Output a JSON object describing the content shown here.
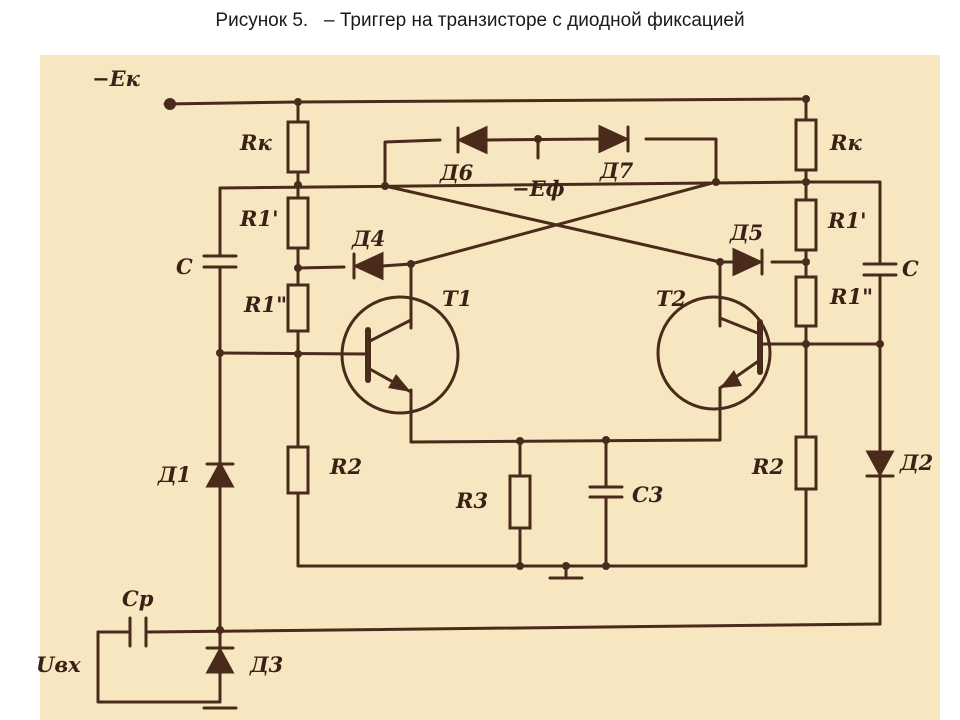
{
  "caption": "Рисунок 5.   – Триггер на транзисторе с диодной фиксацией",
  "colors": {
    "ink": "#4a2a1a",
    "paper": "#f6e7c1"
  },
  "labels": {
    "ek": "−Eк",
    "rk_left": "Rк",
    "rk_right": "Rк",
    "r1p_left": "R1'",
    "r1p_right": "R1'",
    "r1pp_left": "R1\"",
    "r1pp_right": "R1\"",
    "c_left": "C",
    "c_right": "C",
    "d6": "Д6",
    "d7": "Д7",
    "ef": "−Еф",
    "d4": "Д4",
    "d5": "Д5",
    "t1": "T1",
    "t2": "T2",
    "d1": "Д1",
    "d2": "Д2",
    "r2_left": "R2",
    "r2_right": "R2",
    "r3": "R3",
    "c3": "C3",
    "cp": "Cр",
    "ubx": "Uвх",
    "d3": "Д3"
  }
}
